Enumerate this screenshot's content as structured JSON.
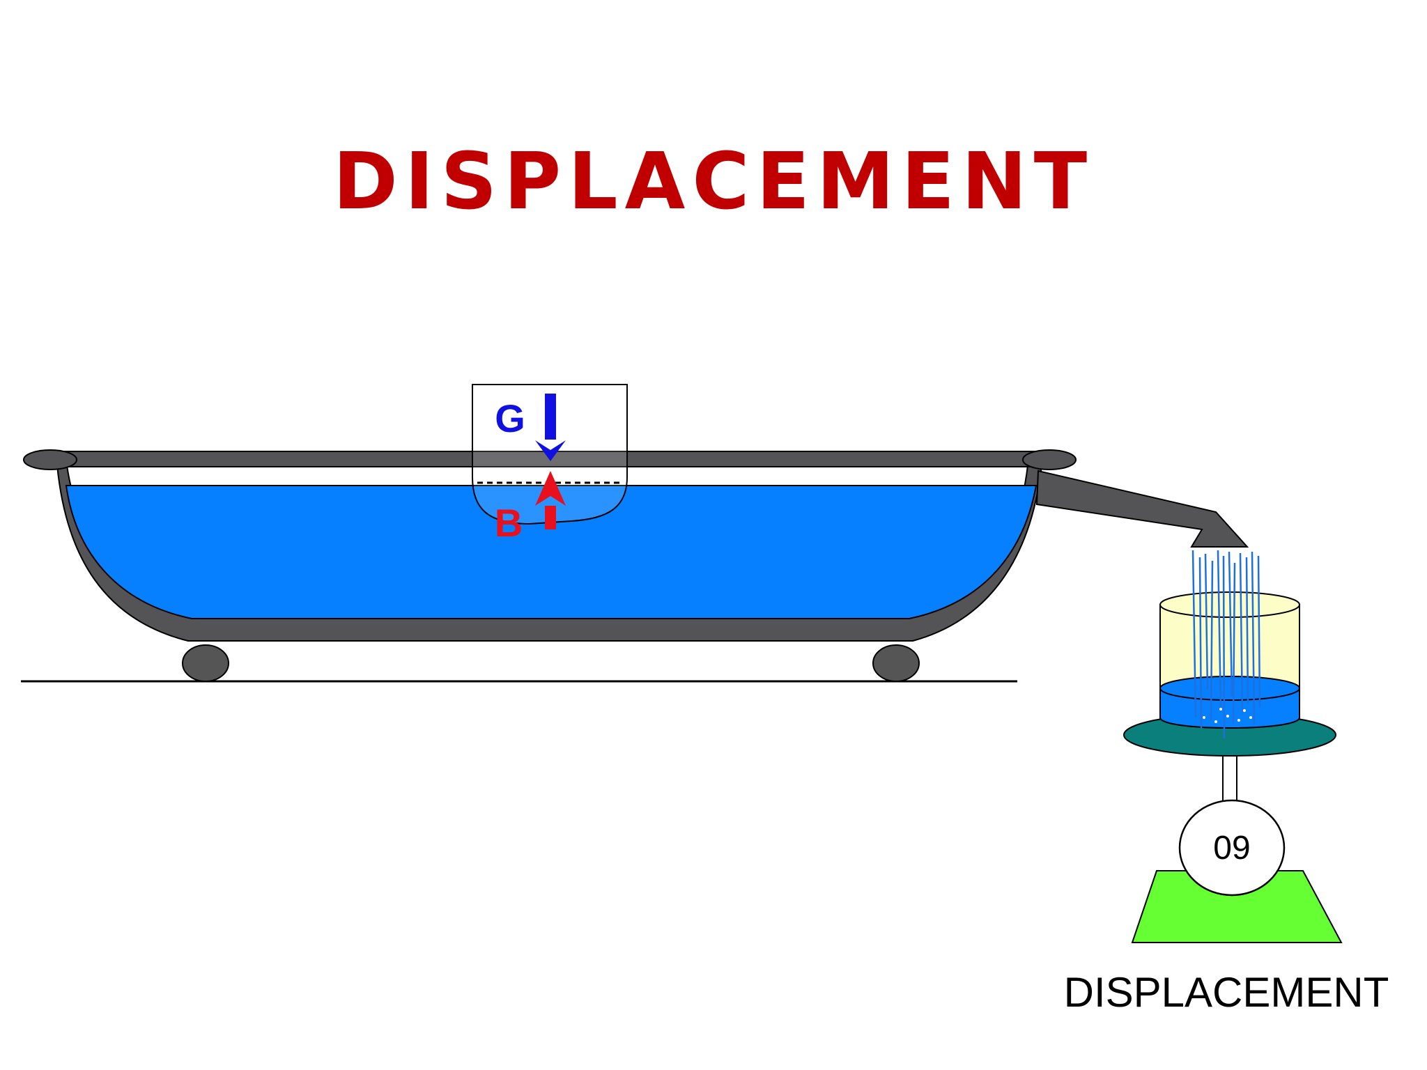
{
  "title": "DISPLACEMENT",
  "labels": {
    "gravity": "G",
    "buoyancy": "B"
  },
  "scale": {
    "reading": "09"
  },
  "caption": "DISPLACEMENT",
  "colors": {
    "title": "#c00000",
    "water": "#0680ff",
    "tub": "#545457",
    "gravity_arrow": "#1010e0",
    "buoyancy_arrow": "#e8101c",
    "beaker": "#fdfdc8",
    "scale_plate": "#0b7f7c",
    "scale_base": "#66ff33"
  }
}
